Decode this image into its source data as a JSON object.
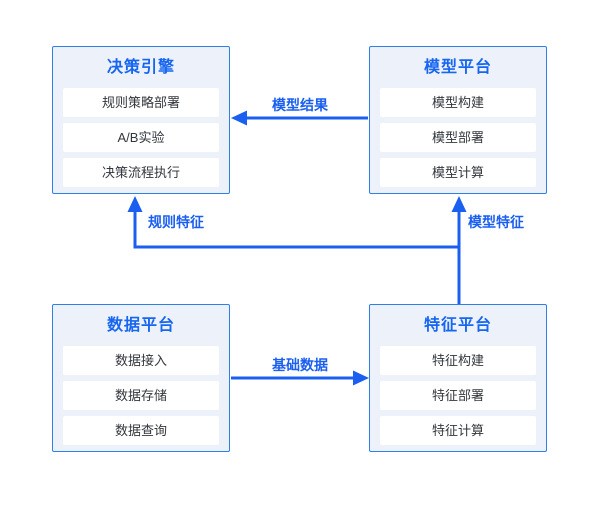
{
  "diagram": {
    "nodes": {
      "decision_engine": {
        "title": "决策引擎",
        "items": [
          "规则策略部署",
          "A/B实验",
          "决策流程执行"
        ]
      },
      "model_platform": {
        "title": "模型平台",
        "items": [
          "模型构建",
          "模型部署",
          "模型计算"
        ]
      },
      "data_platform": {
        "title": "数据平台",
        "items": [
          "数据接入",
          "数据存储",
          "数据查询"
        ]
      },
      "feature_platform": {
        "title": "特征平台",
        "items": [
          "特征构建",
          "特征部署",
          "特征计算"
        ]
      }
    },
    "edges": {
      "model_results": {
        "label": "模型结果",
        "from": "model_platform",
        "to": "decision_engine"
      },
      "basic_data": {
        "label": "基础数据",
        "from": "data_platform",
        "to": "feature_platform"
      },
      "model_features": {
        "label": "模型特征",
        "from": "feature_platform",
        "to": "model_platform"
      },
      "rule_features": {
        "label": "规则特征",
        "from": "feature_platform",
        "to": "decision_engine"
      }
    },
    "colors": {
      "box_border": "#2E80E8",
      "box_bg": "#EDF2FA",
      "title_text": "#1766F0",
      "item_bg": "#FFFFFF",
      "item_text": "#33373D",
      "arrow": "#1A5FF0",
      "edge_label": "#1A5FF0",
      "page_bg": "#FFFFFF"
    }
  }
}
